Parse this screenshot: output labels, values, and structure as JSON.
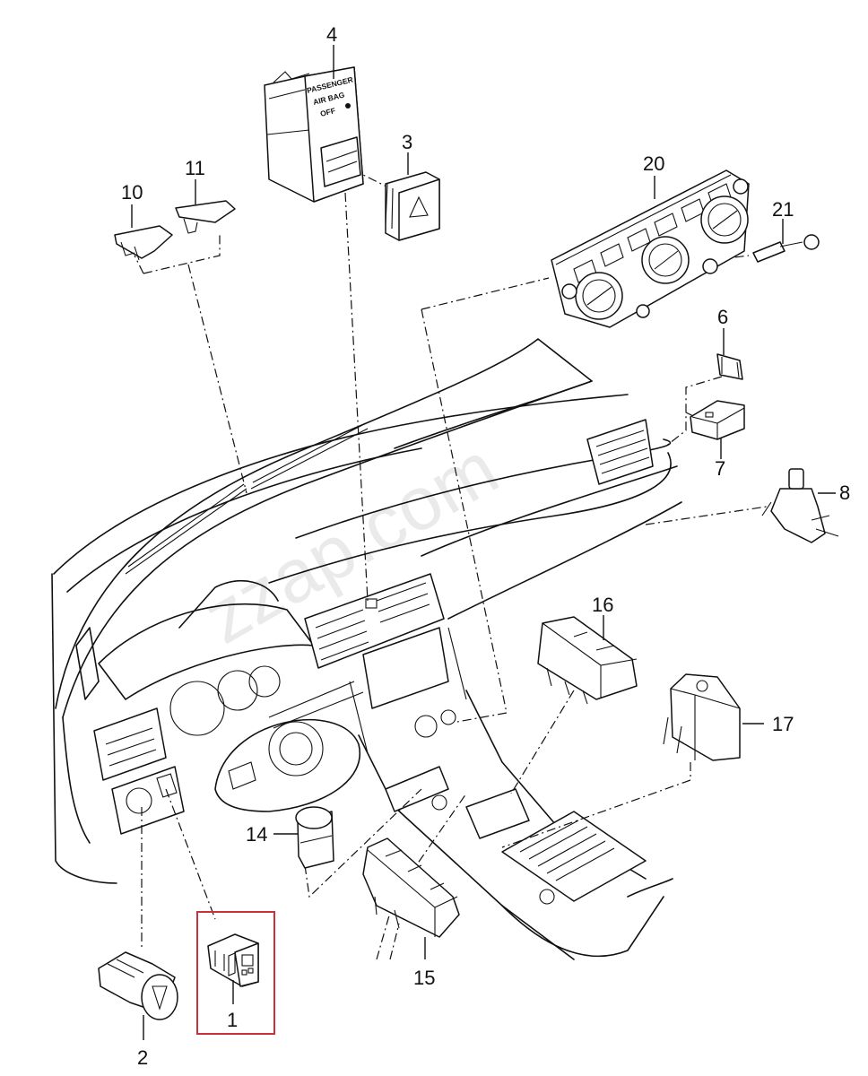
{
  "diagram": {
    "title": "Dashboard switches exploded parts view",
    "watermark": "zzap.com",
    "highlight_color": "#c8323a",
    "highlighted_part": "1",
    "airbag_label": {
      "line1": "PASSENGER",
      "line2": "AIR BAG",
      "line3": "OFF"
    },
    "parts": [
      {
        "id": "1",
        "description": "switch module (highlighted)"
      },
      {
        "id": "2",
        "description": "headlight rotary switch"
      },
      {
        "id": "3",
        "description": "hazard warning switch"
      },
      {
        "id": "4",
        "description": "passenger air bag off indicator"
      },
      {
        "id": "6",
        "description": "clip"
      },
      {
        "id": "7",
        "description": "switch"
      },
      {
        "id": "8",
        "description": "switch"
      },
      {
        "id": "10",
        "description": "cover cap"
      },
      {
        "id": "11",
        "description": "cover cap"
      },
      {
        "id": "14",
        "description": "start/stop button"
      },
      {
        "id": "15",
        "description": "switch block"
      },
      {
        "id": "16",
        "description": "switch block"
      },
      {
        "id": "17",
        "description": "parking brake switch"
      },
      {
        "id": "20",
        "description": "climate control panel"
      },
      {
        "id": "21",
        "description": "bulb"
      }
    ]
  }
}
